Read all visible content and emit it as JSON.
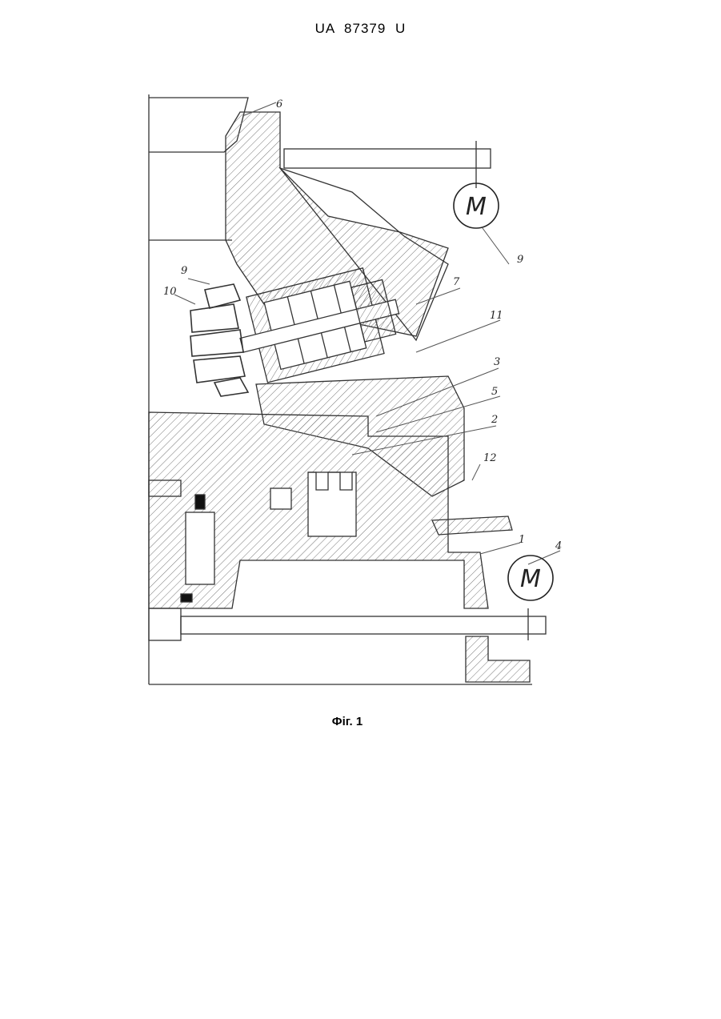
{
  "document": {
    "header": "UA   87379   U",
    "caption": "Фіг. 1"
  },
  "drawing": {
    "part_labels": [
      "6",
      "9",
      "10",
      "9",
      "7",
      "11",
      "3",
      "5",
      "2",
      "12",
      "1",
      "4"
    ],
    "motor_symbol": "M"
  }
}
